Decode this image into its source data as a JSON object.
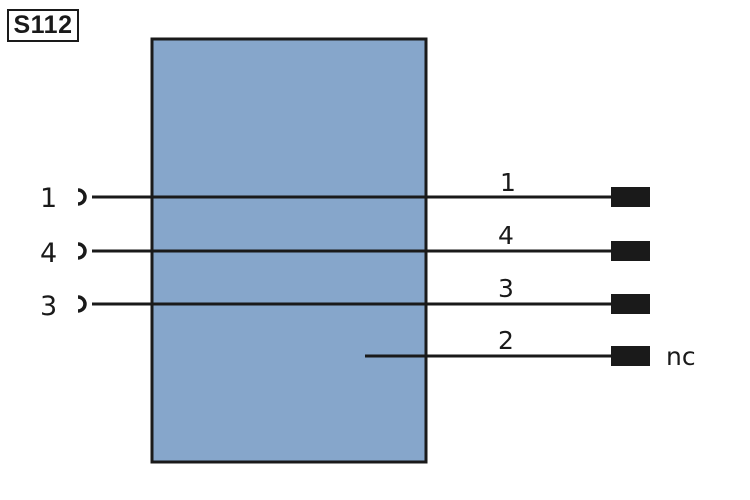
{
  "diagram": {
    "code": "S112",
    "colors": {
      "body_fill": "#86a6cb",
      "line": "#1a1a1a"
    },
    "left_pins": [
      {
        "label": "1"
      },
      {
        "label": "4"
      },
      {
        "label": "3"
      }
    ],
    "wires": [
      {
        "label": "1"
      },
      {
        "label": "4"
      },
      {
        "label": "3"
      },
      {
        "label": "2"
      }
    ],
    "nc_label": "nc"
  }
}
